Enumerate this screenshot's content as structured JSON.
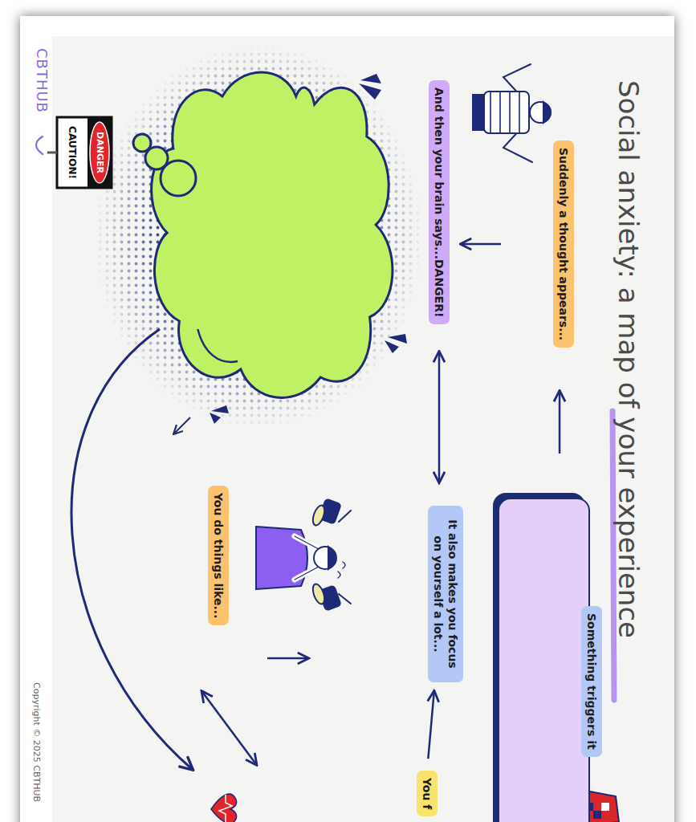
{
  "diagram": {
    "title": "Social anxiety: a map of your experience",
    "nodes": [
      {
        "text": [
          "Something triggers it"
        ]
      },
      {
        "text": [
          "Suddenly a thought appears..."
        ]
      },
      {
        "text": [
          "And then your brain says...DANGER!"
        ]
      },
      {
        "text": [
          "It also makes you focus on yourself a lot..."
        ]
      },
      {
        "text": [
          "You do things like..."
        ]
      },
      {
        "text": [
          "You f"
        ]
      }
    ],
    "edges": [
      {
        "from": 0,
        "to": 1,
        "arrow": "to"
      },
      {
        "from": 1,
        "to": 2,
        "arrow": "to"
      },
      {
        "from": 2,
        "to": 3,
        "arrow": "both"
      },
      {
        "from": 5,
        "to": 3,
        "arrow": "to"
      }
    ],
    "labels": [
      "DANGER",
      "CAUTION!",
      "CBTHUB",
      "Copyright © 2025 CBTHUB"
    ]
  }
}
